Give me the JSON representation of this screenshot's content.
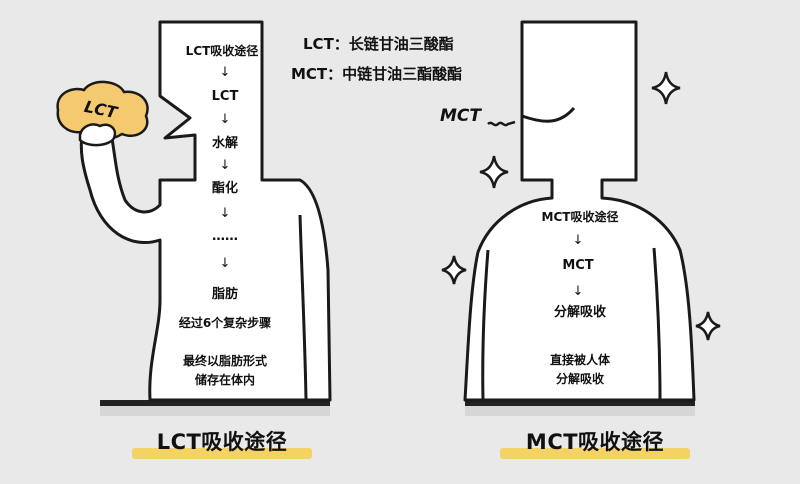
{
  "legend": {
    "lct": "LCT：长链甘油三酸酯",
    "mct": "MCT：中链甘油三酯酸酯"
  },
  "left_figure": {
    "food_label": "LCT",
    "steps": [
      "LCT吸收途径",
      "↓",
      "LCT",
      "↓",
      "水解",
      "↓",
      "酯化",
      "↓",
      "……",
      "↓",
      "脂肪"
    ],
    "note": "经过6个复杂步骤",
    "result_line1": "最终以脂肪形式",
    "result_line2": "储存在体内",
    "caption": "LCT吸收途径"
  },
  "right_figure": {
    "mouth_label": "MCT",
    "steps": [
      "MCT吸收途径",
      "↓",
      "MCT",
      "↓",
      "分解吸收"
    ],
    "result_line1": "直接被人体",
    "result_line2": "分解吸收",
    "caption": "MCT吸收途径"
  },
  "colors": {
    "background": "#e9e9e9",
    "figure_fill": "#ffffff",
    "outline": "#1a1a1a",
    "food_fill": "#f5c970",
    "caption_highlight": "#f3d266"
  }
}
